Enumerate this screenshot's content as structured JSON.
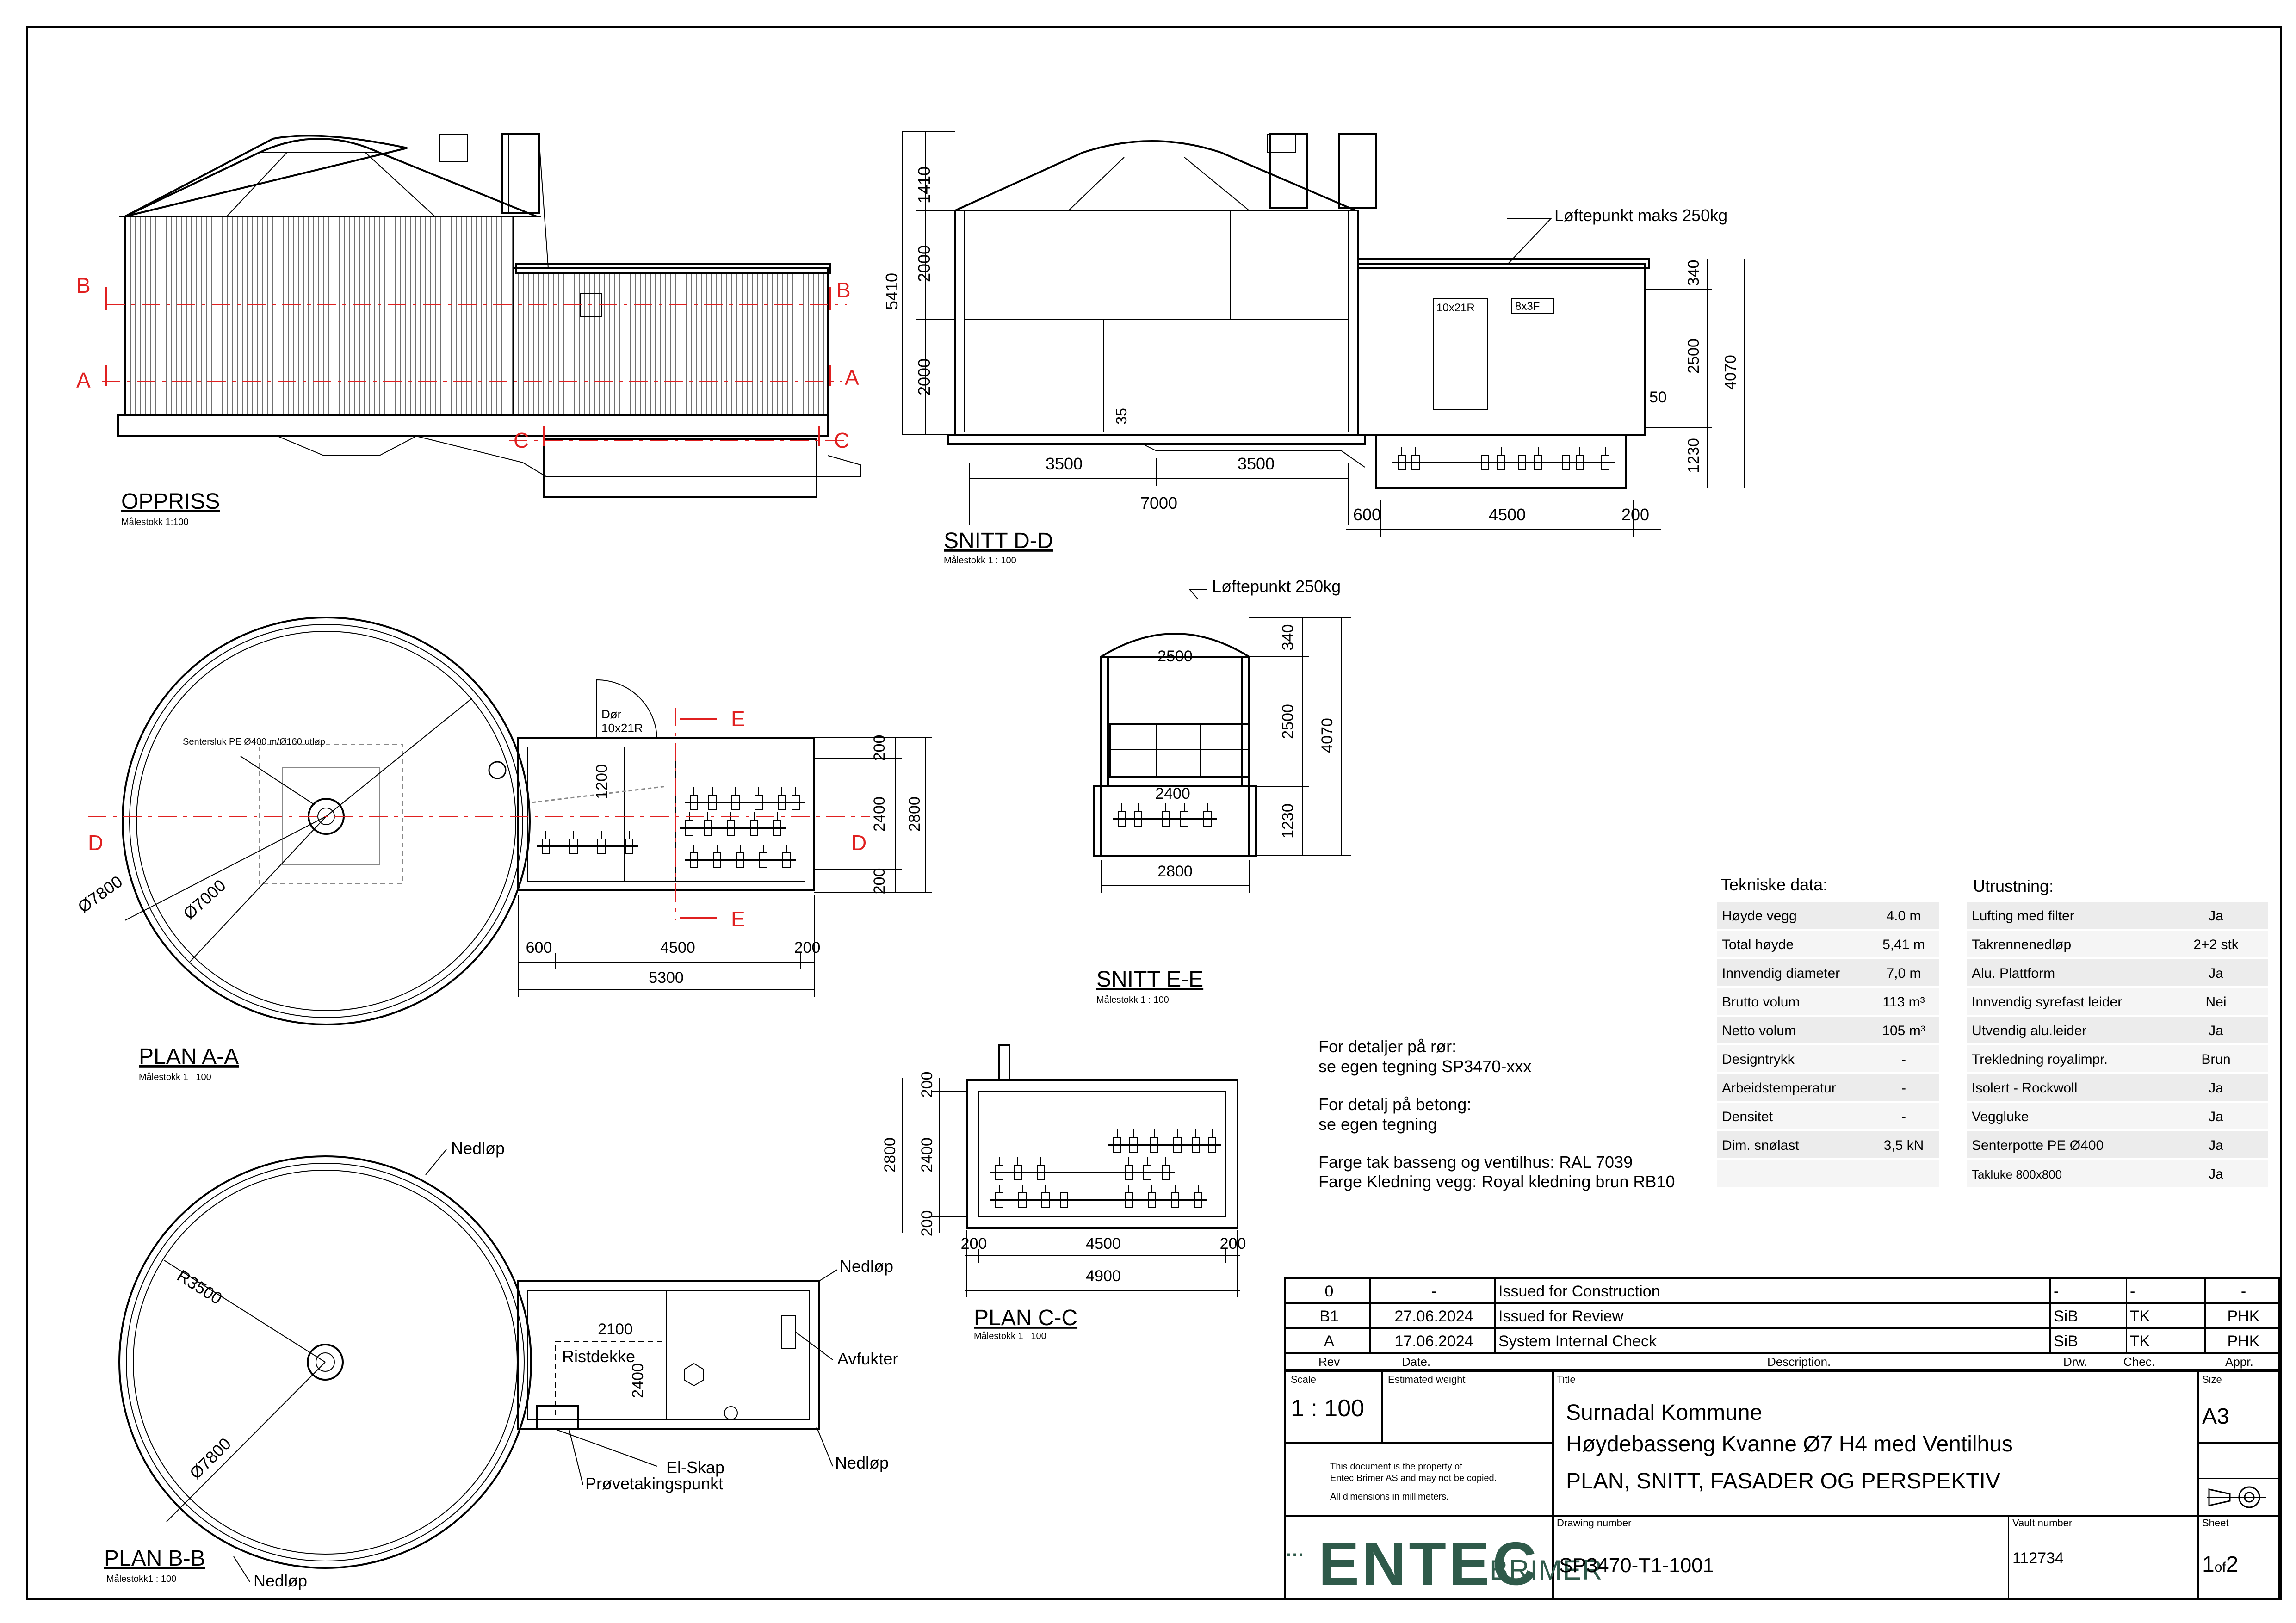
{
  "views": {
    "oppriss": {
      "title": "OPPRISS",
      "scale": "Målestokk 1:100",
      "sections": [
        "B",
        "B",
        "A",
        "A",
        "C",
        "C"
      ]
    },
    "snitt_dd": {
      "title": "SNITT D-D",
      "scale": "Målestokk 1 : 100",
      "dims": {
        "h1": "1410",
        "h2": "2000",
        "h3": "2000",
        "h_total": "5410",
        "d35": "35",
        "w1": "3500",
        "w2": "3500",
        "w_total": "7000",
        "r340": "340",
        "r2500": "2500",
        "r4070": "4070",
        "r1230": "1230",
        "r50": "50",
        "b600": "600",
        "b4500": "4500",
        "b200": "200"
      },
      "labels": {
        "lift": "Løftepunkt maks 250kg",
        "door": "10x21R",
        "vent": "8x3F"
      }
    },
    "snitt_ee": {
      "title": "SNITT E-E",
      "scale": "Målestokk 1 : 100",
      "dims": {
        "w2500": "2500",
        "w2400": "2400",
        "w2800": "2800",
        "h340": "340",
        "h2500": "2500",
        "h4070": "4070",
        "h1230": "1230"
      },
      "labels": {
        "lift": "Løftepunkt 250kg"
      }
    },
    "plan_aa": {
      "title": "PLAN A-A",
      "scale": "Målestokk 1 : 100",
      "labels": {
        "center": "Sentersluk PE Ø400 m/Ø160 utløp",
        "door": "Dør",
        "door_size": "10x21R",
        "d7800": "Ø7800",
        "d7000": "Ø7000",
        "secE": "E",
        "secD": "D"
      },
      "dims": {
        "d200a": "200",
        "d2400": "2400",
        "d200b": "200",
        "d2800": "2800",
        "d1200": "1200",
        "d600": "600",
        "d4500": "4500",
        "d200c": "200",
        "d5300": "5300"
      }
    },
    "plan_bb": {
      "title": "PLAN B-B",
      "scale": "Målestokk1 : 100",
      "labels": {
        "nedlop": "Nedløp",
        "r3500": "R3500",
        "d7800": "Ø7800",
        "d2100": "2100",
        "ristdekke": "Ristdekke",
        "d2400": "2400",
        "avfukter": "Avfukter",
        "elskap": "El-Skap",
        "prove": "Prøvetakingspunkt"
      }
    },
    "plan_cc": {
      "title": "PLAN C-C",
      "scale": "Målestokk 1 : 100",
      "dims": {
        "v200a": "200",
        "v2400": "2400",
        "v200b": "200",
        "v2800": "2800",
        "h200a": "200",
        "h4500": "4500",
        "h200b": "200",
        "h4900": "4900"
      }
    }
  },
  "notes": [
    "For detaljer på rør:",
    "se egen tegning SP3470-xxx",
    "For detalj på betong:",
    "se egen tegning",
    "Farge tak basseng og ventilhus: RAL 7039",
    "Farge Kledning vegg: Royal kledning brun RB10"
  ],
  "tekniske": {
    "title": "Tekniske data:",
    "rows": [
      [
        "Høyde  vegg",
        "4.0 m"
      ],
      [
        "Total høyde",
        "5,41 m"
      ],
      [
        "Innvendig diameter",
        "7,0 m"
      ],
      [
        "Brutto volum",
        "113 m³"
      ],
      [
        "Netto volum",
        "105 m³"
      ],
      [
        "Designtrykk",
        "-"
      ],
      [
        "Arbeidstemperatur",
        "-"
      ],
      [
        "Densitet",
        "-"
      ],
      [
        "Dim. snølast",
        "3,5 kN"
      ],
      [
        "",
        ""
      ]
    ]
  },
  "utrustning": {
    "title": "Utrustning:",
    "rows": [
      [
        "Lufting med filter",
        "Ja"
      ],
      [
        "Takrennenedløp",
        "2+2 stk"
      ],
      [
        "Alu. Plattform",
        "Ja"
      ],
      [
        "Innvendig syrefast leider",
        "Nei"
      ],
      [
        "Utvendig alu.leider",
        "Ja"
      ],
      [
        "Trekledning royalimpr.",
        "Brun"
      ],
      [
        "Isolert - Rockwoll",
        "Ja"
      ],
      [
        "Veggluke",
        "Ja"
      ],
      [
        "Senterpotte PE Ø400",
        "Ja"
      ],
      [
        "Takluke 800x800",
        "Ja"
      ]
    ]
  },
  "revisions": [
    {
      "rev": "0",
      "date": "-",
      "desc": "Issued for Construction",
      "drw": "-",
      "chec": "-",
      "appr": "-"
    },
    {
      "rev": "B1",
      "date": "27.06.2024",
      "desc": "Issued for Review",
      "drw": "SiB",
      "chec": "TK",
      "appr": "PHK"
    },
    {
      "rev": "A",
      "date": "17.06.2024",
      "desc": "System Internal Check",
      "drw": "SiB",
      "chec": "TK",
      "appr": "PHK"
    }
  ],
  "rev_headers": {
    "rev": "Rev",
    "date": "Date.",
    "desc": "Description.",
    "drw": "Drw.",
    "chec": "Chec.",
    "appr": "Appr."
  },
  "titleblock": {
    "scale_label": "Scale",
    "scale": "1 : 100",
    "weight_label": "Estimated weight",
    "title_label": "Title",
    "line1": "Surnadal Kommune",
    "line2": "Høydebasseng Kvanne Ø7 H4 med Ventilhus",
    "line3": "PLAN, SNITT, FASADER OG PERSPEKTIV",
    "size_label": "Size",
    "size": "A3",
    "prop1": "This document is the property of",
    "prop2": "Entec Brimer AS and may not be copied.",
    "prop3": "All dimensions in millimeters.",
    "drawno_label": "Drawing number",
    "drawno": "SP3470-T1-1001",
    "vault_label": "Vault number",
    "vault": "112734",
    "sheet_label": "Sheet",
    "sheet_a": "1",
    "sheet_of": "of",
    "sheet_b": "2",
    "logo_a": "ENTEC",
    "logo_b": "BRIMER"
  }
}
